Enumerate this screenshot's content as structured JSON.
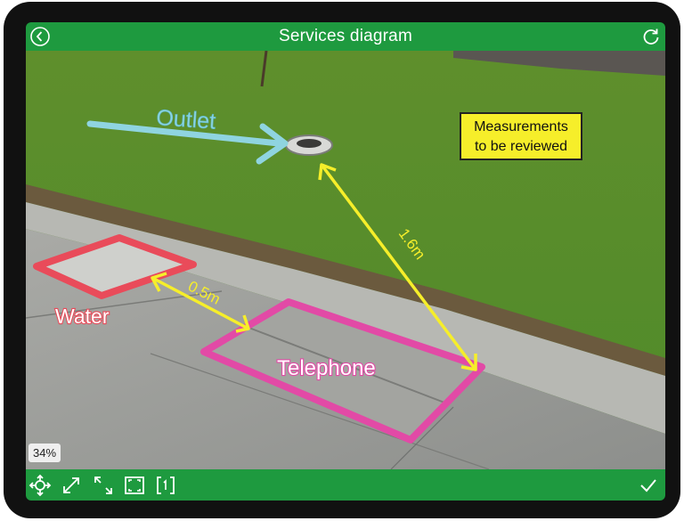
{
  "header": {
    "title": "Services diagram",
    "back_icon": "chevron-left-icon",
    "reset_icon": "refresh-icon"
  },
  "annotations": {
    "outlet_label": "Outlet",
    "water_label": "Water",
    "telephone_label": "Telephone",
    "note_line1": "Measurements",
    "note_line2": "to be reviewed",
    "distance_short": "0.5m",
    "distance_long": "1.6m"
  },
  "status": {
    "zoom": "34%"
  },
  "toolbar": {
    "icons": [
      "move-icon",
      "resize-diagonal-icon",
      "resize-corners-icon",
      "fit-screen-icon",
      "bracket-frame-icon"
    ],
    "confirm_icon": "checkmark-icon"
  },
  "colors": {
    "bar_green": "#1e9a3f",
    "outlet_cyan": "#8fd4e0",
    "water_red": "#e94b5a",
    "telephone_pink": "#e24aa6",
    "measure_yellow": "#f6ee2a"
  }
}
